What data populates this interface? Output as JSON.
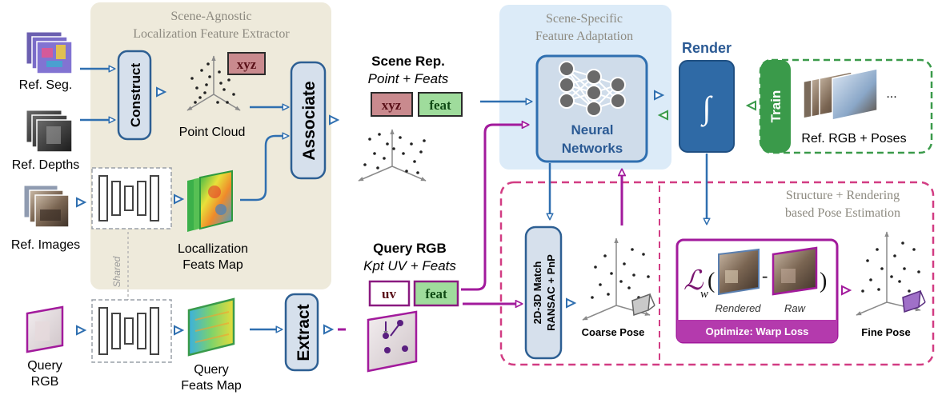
{
  "agnostic_panel": {
    "title_line1": "Scene-Agnostic",
    "title_line2": "Localization Feature Extractor"
  },
  "specific_panel": {
    "title_line1": "Scene-Specific",
    "title_line2": "Feature  Adaptation"
  },
  "pose_panel": {
    "title_line1": "Structure + Rendering",
    "title_line2": "based Pose Estimation"
  },
  "inputs": {
    "ref_seg": "Ref. Seg.",
    "ref_depths": "Ref. Depths",
    "ref_images": "Ref. Images",
    "query_rgb_line1": "Query",
    "query_rgb_line2": "RGB"
  },
  "blocks": {
    "construct": "Construct",
    "associate": "Associate",
    "extract": "Extract",
    "shared": "Shared",
    "neural_line1": "Neural",
    "neural_line2": "Networks",
    "render": "Render",
    "integral": "∫",
    "train": "Train",
    "match_line1": "2D-3D Match",
    "match_line2": "RANSAC + PnP",
    "optimize": "Optimize: Warp Loss"
  },
  "labels": {
    "xyz": "xyz",
    "point_cloud": "Point Cloud",
    "loc_feats_line1": "Locallization",
    "loc_feats_line2": "Feats Map",
    "query_feats_line1": "Query",
    "query_feats_line2": "Feats Map",
    "scene_rep_title": "Scene Rep.",
    "scene_rep_sub": "Point + Feats",
    "query_title": "Query RGB",
    "query_sub": "Kpt UV + Feats",
    "uv": "uv",
    "feat": "feat",
    "ref_rgb_poses": "Ref. RGB + Poses",
    "ellipsis": "...",
    "coarse_pose": "Coarse Pose",
    "fine_pose": "Fine Pose",
    "loss_L": "ℒ",
    "loss_sub": "w",
    "loss_open": "(",
    "loss_minus": "-",
    "loss_close": ")",
    "rendered": "Rendered",
    "raw": "Raw"
  },
  "colors": {
    "agnostic_bg": "#eeeadb",
    "specific_bg": "#dcebf8",
    "blue": "#2f6fb0",
    "dark_blue": "#2d5f93",
    "purple": "#a21a9c",
    "green": "#3a9a4a",
    "pink_dash": "#d23c83",
    "xyz_fill": "#c98a8e",
    "feat_fill": "#9fdc9c"
  }
}
